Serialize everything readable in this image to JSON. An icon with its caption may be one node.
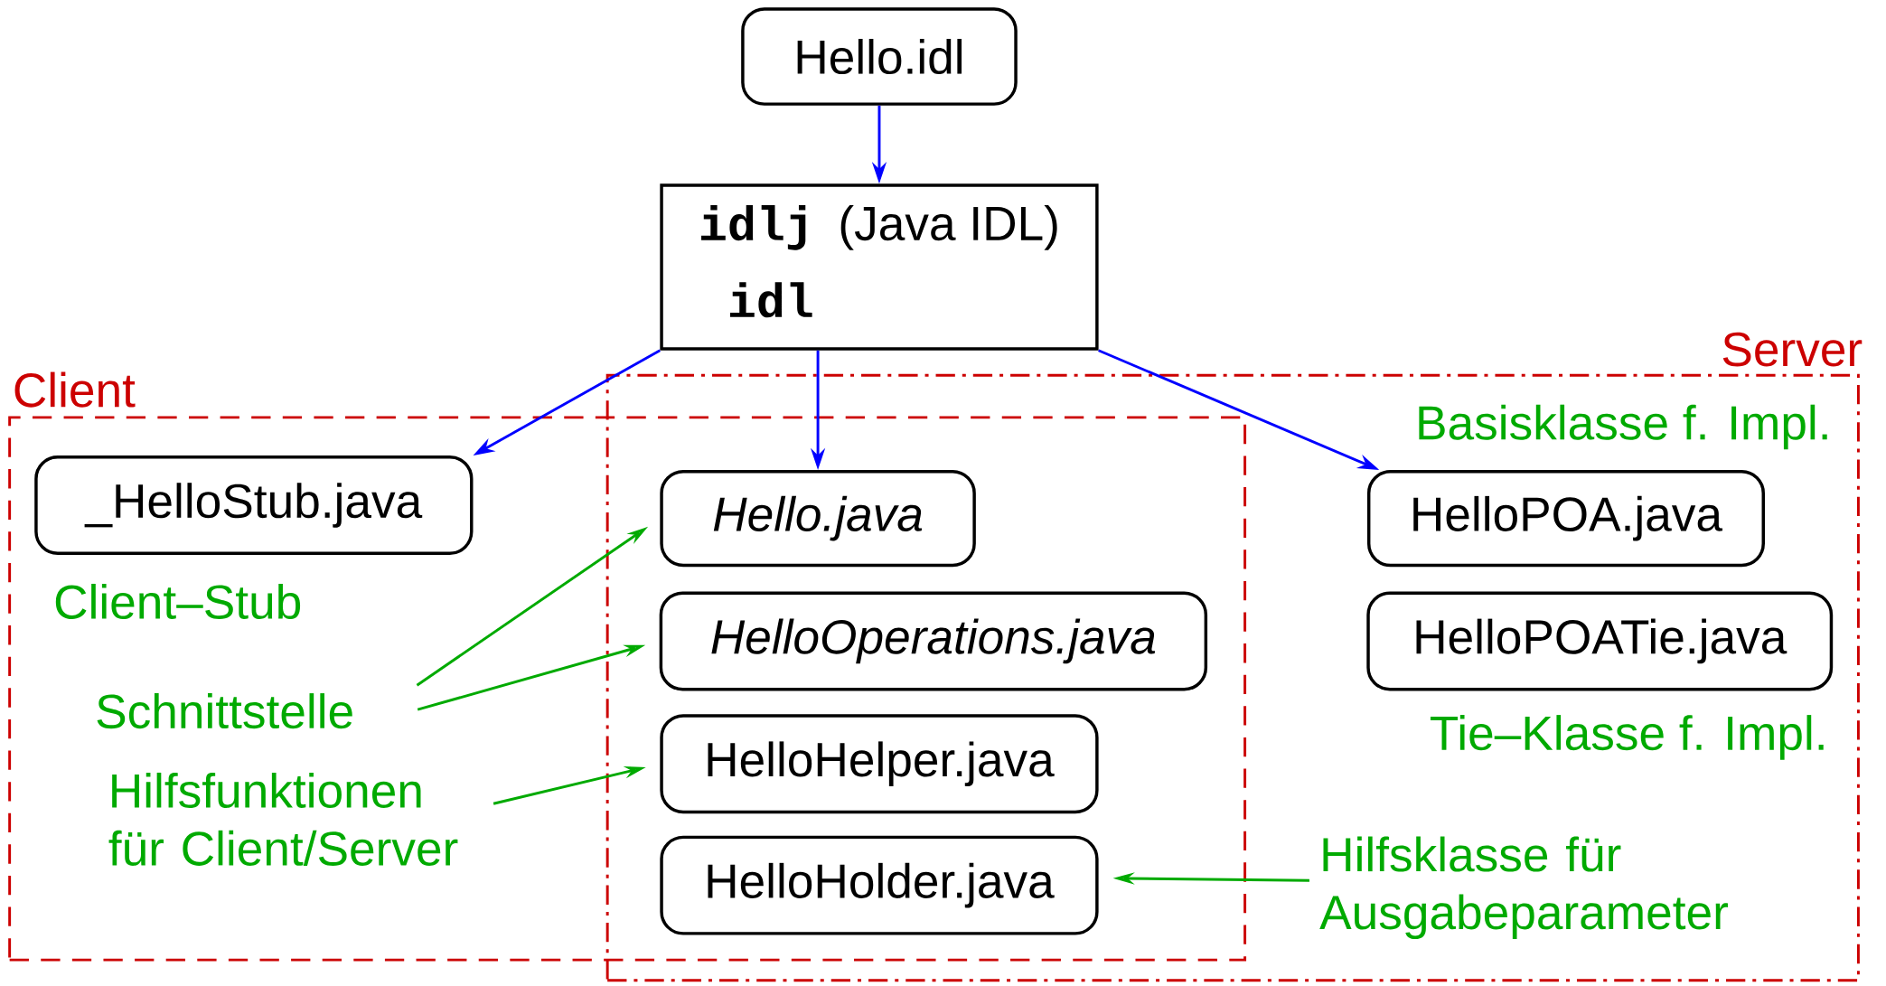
{
  "diagram": {
    "nodes": [
      {
        "text": [
          "Hello.idl"
        ]
      },
      {
        "text": [
          "idlj",
          "(Java IDL)",
          "idl"
        ]
      },
      {
        "text": [
          "Client"
        ]
      },
      {
        "text": [
          "Server"
        ]
      },
      {
        "text": [
          "_HelloStub.java"
        ],
        "in": 2,
        "beside": [
          "Client–Stub"
        ]
      },
      {
        "text": [
          "Hello.java"
        ]
      },
      {
        "text": [
          "HelloOperations.java"
        ]
      },
      {
        "text": [
          "HelloHelper.java"
        ]
      },
      {
        "text": [
          "HelloHolder.java"
        ]
      },
      {
        "text": [
          "HelloPOA.java"
        ],
        "in": 3,
        "beside": [
          "Basisklasse f. Impl."
        ]
      },
      {
        "text": [
          "HelloPOATie.java"
        ],
        "in": 3,
        "beside": [
          "Tie–Klasse f. Impl."
        ]
      },
      {
        "text": [
          "Schnittstelle"
        ],
        "in": 2
      },
      {
        "text": [
          "Hilfsfunktionen für Client/Server"
        ],
        "in": 2
      },
      {
        "text": [
          "Hilfsklasse für Ausgabeparameter"
        ],
        "in": 3
      }
    ],
    "edges": [
      {
        "from": 0,
        "to": 1,
        "arrow": "to"
      },
      {
        "from": 1,
        "to": 4,
        "arrow": "to"
      },
      {
        "from": 1,
        "to": 5,
        "arrow": "to"
      },
      {
        "from": 1,
        "to": 9,
        "arrow": "to"
      },
      {
        "from": 11,
        "to": 5,
        "arrow": "to",
        "color": "#00aa00"
      },
      {
        "from": 11,
        "to": 6,
        "arrow": "to",
        "color": "#00aa00"
      },
      {
        "from": 12,
        "to": 7,
        "arrow": "to",
        "color": "#00aa00"
      },
      {
        "from": 13,
        "to": 8,
        "arrow": "to",
        "color": "#00aa00"
      }
    ]
  }
}
